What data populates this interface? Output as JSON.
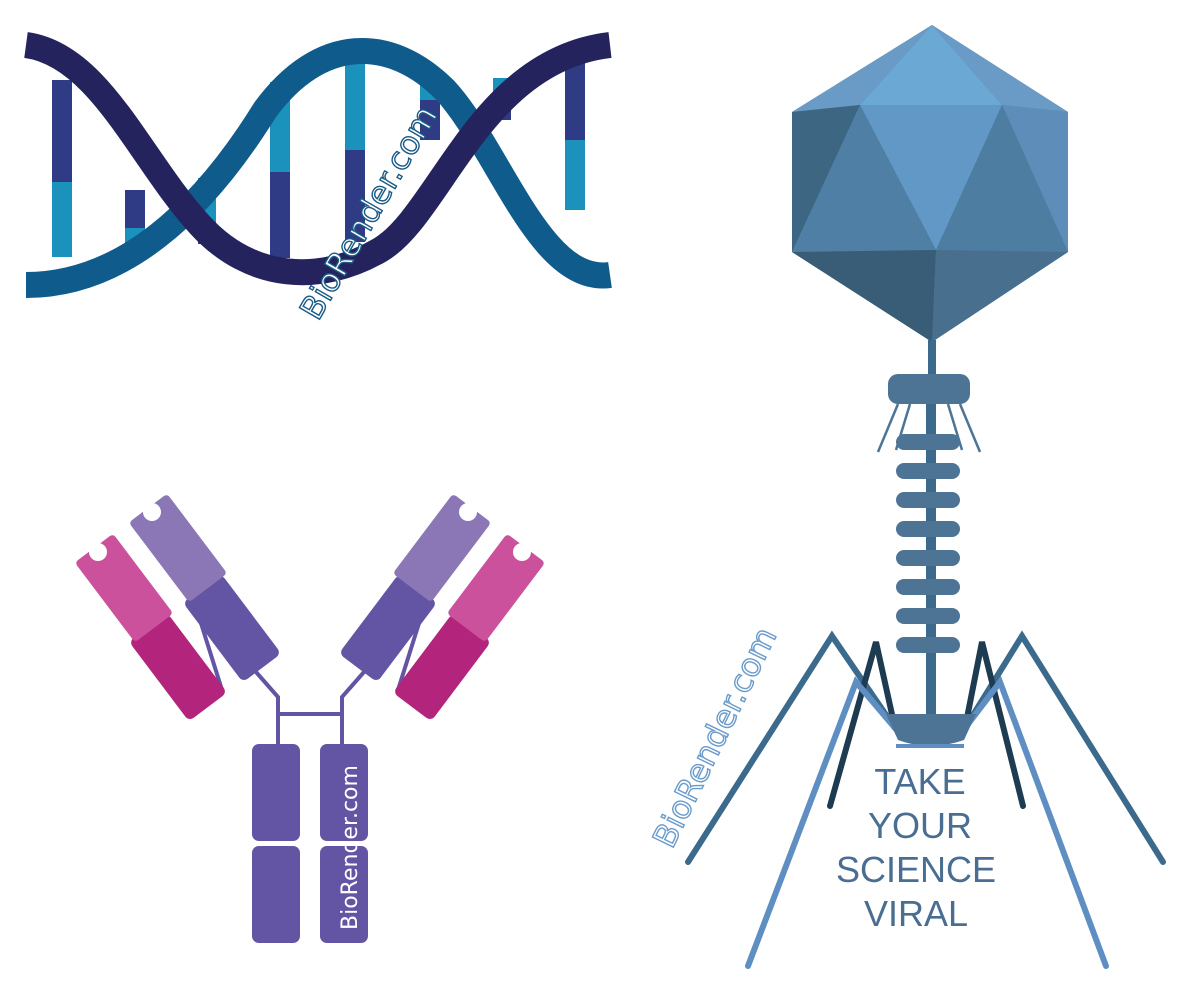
{
  "watermarks": {
    "dna": "BioRender.com",
    "antibody": "BioRender.com",
    "phage": "BioRender.com"
  },
  "slogan": {
    "line1": "TAKE",
    "line2": "YOUR",
    "line3": "SCIENCE",
    "line4": "VIRAL"
  },
  "icons": {
    "dna": "dna-helix-icon",
    "antibody": "antibody-icon",
    "phage": "bacteriophage-icon"
  },
  "colors": {
    "background": "#ffffff",
    "dna_strand_dark": "#24235e",
    "dna_strand_blue": "#0e5b8c",
    "dna_base_light": "#1a92bb",
    "dna_base_dark": "#2f3b84",
    "dna_text": "#1a5a86",
    "antibody_heavy": "#6454a4",
    "antibody_light_chain_pink": "#cc519c",
    "antibody_light_chain_magenta": "#b3247c",
    "antibody_lavender": "#8b76b6",
    "phage_head_light": "#5e97c6",
    "phage_head_dark": "#3b5e78",
    "phage_tail": "#4d7495",
    "phage_fiber_light": "#5f8fc2",
    "phage_fiber_dark": "#1d3b51",
    "phage_text": "#4a6e91",
    "phage_brand_text": "#6a9bcb"
  }
}
